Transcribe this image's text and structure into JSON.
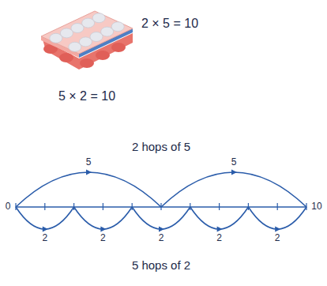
{
  "diagram": {
    "labels": [
      "2 × 5 = 10",
      "5 × 2 = 10",
      "2 hops of 5",
      "5",
      "5",
      "0",
      "10",
      "2",
      "2",
      "2",
      "2",
      "2",
      "5 hops of 2"
    ]
  }
}
